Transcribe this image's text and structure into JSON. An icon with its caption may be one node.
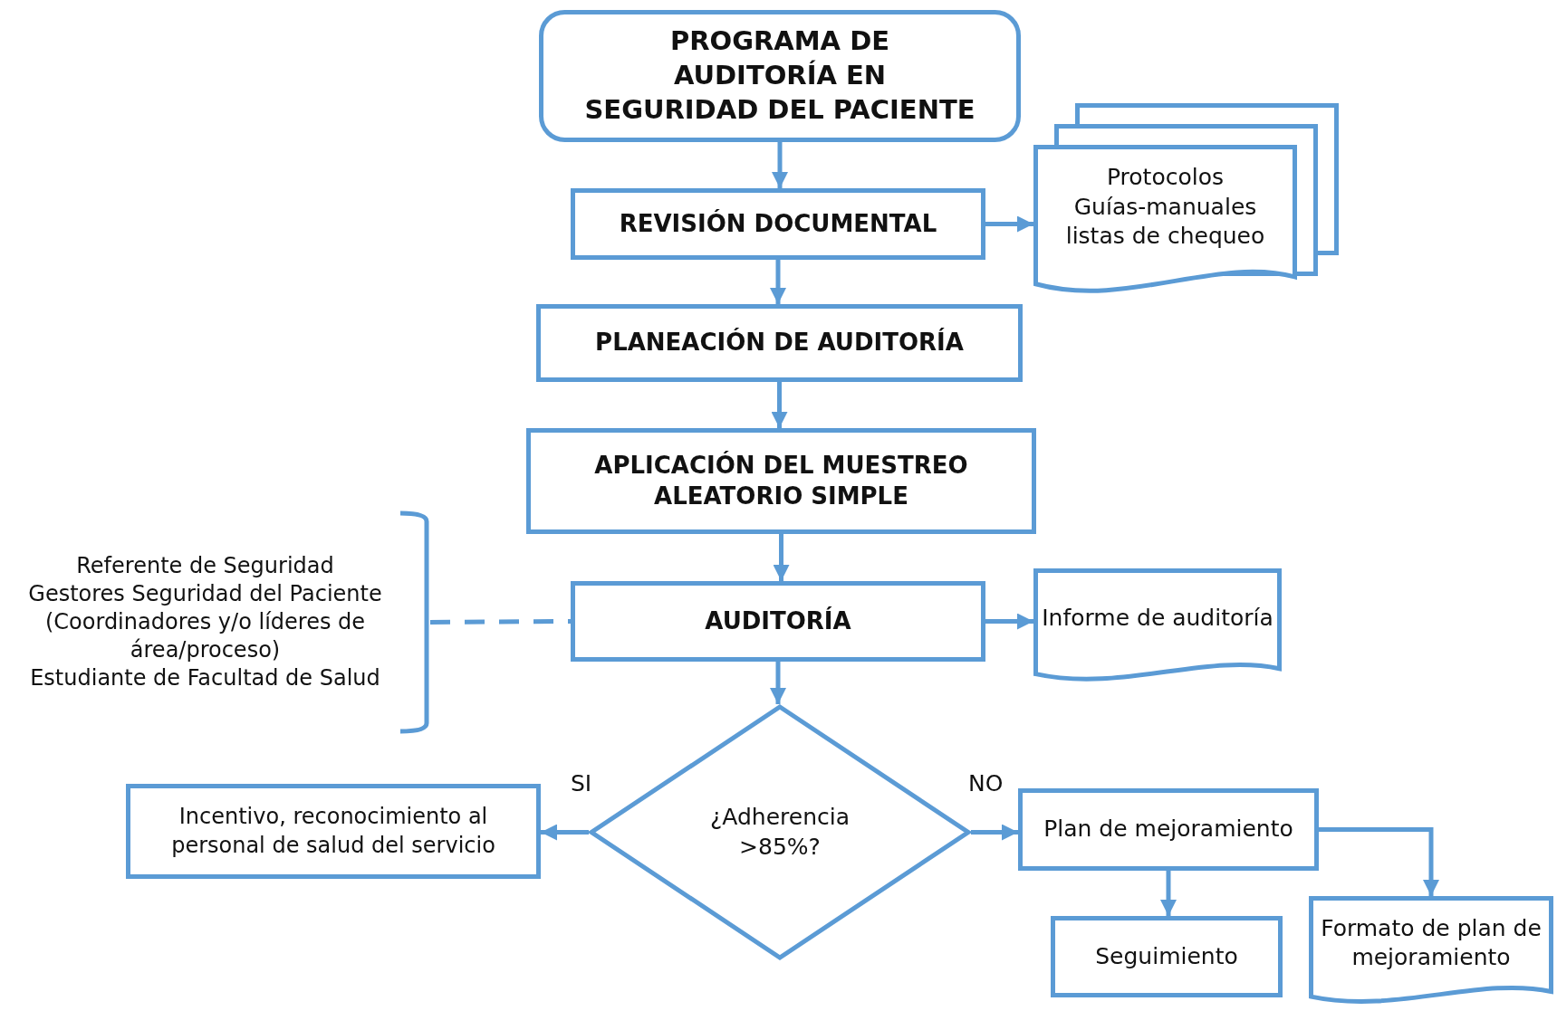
{
  "diagram": {
    "nodes": [
      {
        "text": [
          "PROGRAMA DE AUDITORÍA EN SEGURIDAD DEL PACIENTE"
        ]
      },
      {
        "text": [
          "REVISIÓN DOCUMENTAL"
        ]
      },
      {
        "text": [
          "Protocolos",
          "Guías-manuales",
          "listas de chequeo"
        ]
      },
      {
        "text": [
          "PLANEACIÓN DE AUDITORÍA"
        ]
      },
      {
        "text": [
          "APLICACIÓN DEL MUESTREO ALEATORIO SIMPLE"
        ]
      },
      {
        "text": [
          "AUDITORÍA"
        ]
      },
      {
        "text": [
          "Referente de Seguridad",
          "Gestores Seguridad del Paciente",
          "(Coordinadores y/o líderes de área/proceso)",
          "Estudiante de Facultad de Salud"
        ]
      },
      {
        "text": [
          "Informe de auditoría"
        ]
      },
      {
        "text": [
          "¿Adherencia >85%?"
        ]
      },
      {
        "text": [
          "Incentivo, reconocimiento al personal de salud del servicio"
        ]
      },
      {
        "text": [
          "Plan de mejoramiento"
        ]
      },
      {
        "text": [
          "Seguimiento"
        ]
      },
      {
        "text": [
          "Formato de plan de mejoramiento"
        ]
      }
    ],
    "edges": [
      {
        "from": 0,
        "to": 1,
        "arrow": "to"
      },
      {
        "from": 1,
        "to": 2,
        "arrow": "to"
      },
      {
        "from": 1,
        "to": 3,
        "arrow": "to"
      },
      {
        "from": 3,
        "to": 4,
        "arrow": "to"
      },
      {
        "from": 4,
        "to": 5,
        "arrow": "to"
      },
      {
        "from": 5,
        "to": 7,
        "arrow": "to"
      },
      {
        "from": 6,
        "to": 5,
        "arrow": "none",
        "style": "dashed"
      },
      {
        "from": 5,
        "to": 8,
        "arrow": "to"
      },
      {
        "from": 8,
        "to": 9,
        "label": "SI",
        "arrow": "to"
      },
      {
        "from": 8,
        "to": 10,
        "label": "NO",
        "arrow": "to"
      },
      {
        "from": 10,
        "to": 11,
        "arrow": "to"
      },
      {
        "from": 10,
        "to": 12,
        "arrow": "to"
      }
    ]
  }
}
